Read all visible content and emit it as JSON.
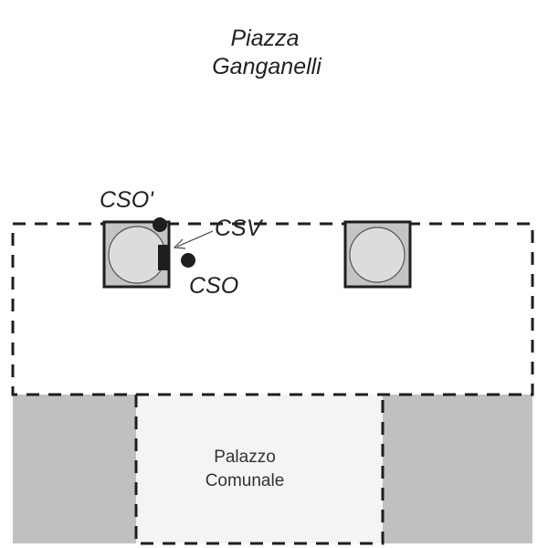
{
  "title": {
    "line1": "Piazza",
    "line2": "Ganganelli"
  },
  "building": {
    "line1": "Palazzo",
    "line2": "Comunale"
  },
  "labels": {
    "cso_prime": "CSO'",
    "csv": "CSV",
    "cso": "CSO"
  },
  "colors": {
    "side_block": "#c0c0c0",
    "palazzo": "#f5f4f2",
    "column_square": "#c4c4c4",
    "column_circle": "#dcdcdc",
    "stroke": "#1e1e1e"
  }
}
